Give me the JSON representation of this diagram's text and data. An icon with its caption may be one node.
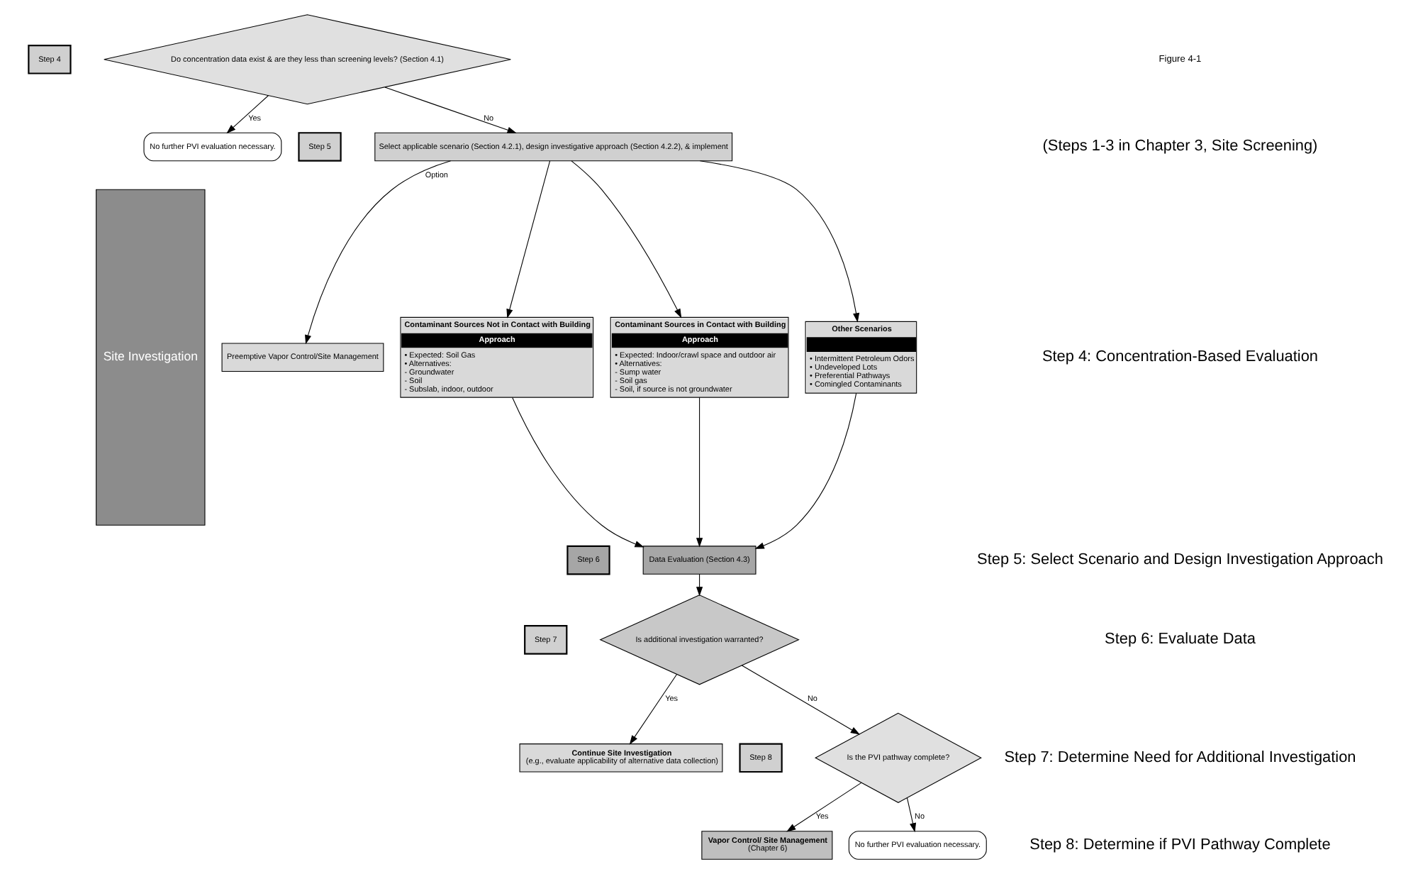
{
  "diagram": {
    "nodes": [
      {
        "text": [
          "Site Investigation"
        ]
      },
      {
        "text": [
          "Step 4"
        ]
      },
      {
        "text": [
          "Do concentration data exist & are they less than screening levels? (Section 4.1)"
        ]
      },
      {
        "text": [
          "No further PVI evaluation necessary."
        ]
      },
      {
        "text": [
          "Step 5"
        ]
      },
      {
        "text": [
          "Preemptive Vapor Control/Site Management"
        ]
      },
      {
        "text": [
          "Select applicable scenario (Section 4.2.1), design investigative approach (Section 4.2.2), & implement"
        ]
      },
      {
        "text": [
          "Contaminant Sources Not in Contact with Building",
          "Approach",
          "• Expected: Soil Gas",
          "• Alternatives:",
          "- Groundwater",
          "- Soil",
          "- Subslab, indoor, outdoor"
        ]
      },
      {
        "text": [
          "Contaminant Sources in Contact with Building",
          "Approach",
          "• Expected: Indoor/crawl space and outdoor air",
          "• Alternatives:",
          "- Sump water",
          "- Soil gas",
          "- Soil, if source is not groundwater"
        ]
      },
      {
        "text": [
          "Other Scenarios",
          "• Intermittent Petroleum Odors",
          "• Undeveloped Lots",
          "• Preferential Pathways",
          "• Comingled Contaminants"
        ]
      },
      {
        "text": [
          "Step 6"
        ]
      },
      {
        "text": [
          "Data Evaluation (Section 4.3)"
        ]
      },
      {
        "text": [
          "Step 7"
        ]
      },
      {
        "text": [
          "Is additional investigation warranted?"
        ]
      },
      {
        "text": [
          "Continue Site Investigation",
          "(e.g., evaluate applicability of alternative data collection)"
        ]
      },
      {
        "text": [
          "Step 8"
        ]
      },
      {
        "text": [
          "Is the PVI pathway complete?"
        ]
      },
      {
        "text": [
          "Vapor Control/ Site Management",
          "(Chapter 6)"
        ]
      },
      {
        "text": [
          "No further PVI evaluation necessary."
        ]
      }
    ],
    "edges": [
      {
        "from": 2,
        "to": 3,
        "arrow": "to",
        "label": "Yes"
      },
      {
        "from": 2,
        "to": 6,
        "arrow": "to",
        "label": "No"
      },
      {
        "from": 6,
        "to": 5,
        "arrow": "to",
        "label": "Option"
      },
      {
        "from": 6,
        "to": 7,
        "arrow": "to"
      },
      {
        "from": 6,
        "to": 8,
        "arrow": "to"
      },
      {
        "from": 6,
        "to": 9,
        "arrow": "to"
      },
      {
        "from": 7,
        "to": 11,
        "arrow": "to"
      },
      {
        "from": 8,
        "to": 11,
        "arrow": "to"
      },
      {
        "from": 9,
        "to": 11,
        "arrow": "to"
      },
      {
        "from": 11,
        "to": 13,
        "arrow": "to"
      },
      {
        "from": 13,
        "to": 14,
        "arrow": "to",
        "label": "Yes"
      },
      {
        "from": 13,
        "to": 16,
        "arrow": "to",
        "label": "No"
      },
      {
        "from": 16,
        "to": 17,
        "arrow": "to",
        "label": "Yes"
      },
      {
        "from": 16,
        "to": 18,
        "arrow": "to",
        "label": "No"
      }
    ],
    "labels": [
      "Figure 4-1",
      "(Steps 1-3 in Chapter 3, Site Screening)",
      "Step 4: Concentration-Based Evaluation",
      "Step 5: Select Scenario and Design Investigation Approach",
      "Step 6: Evaluate Data",
      "Step 7: Determine Need for Additional Investigation",
      "Step 8: Determine if PVI Pathway Complete"
    ]
  }
}
